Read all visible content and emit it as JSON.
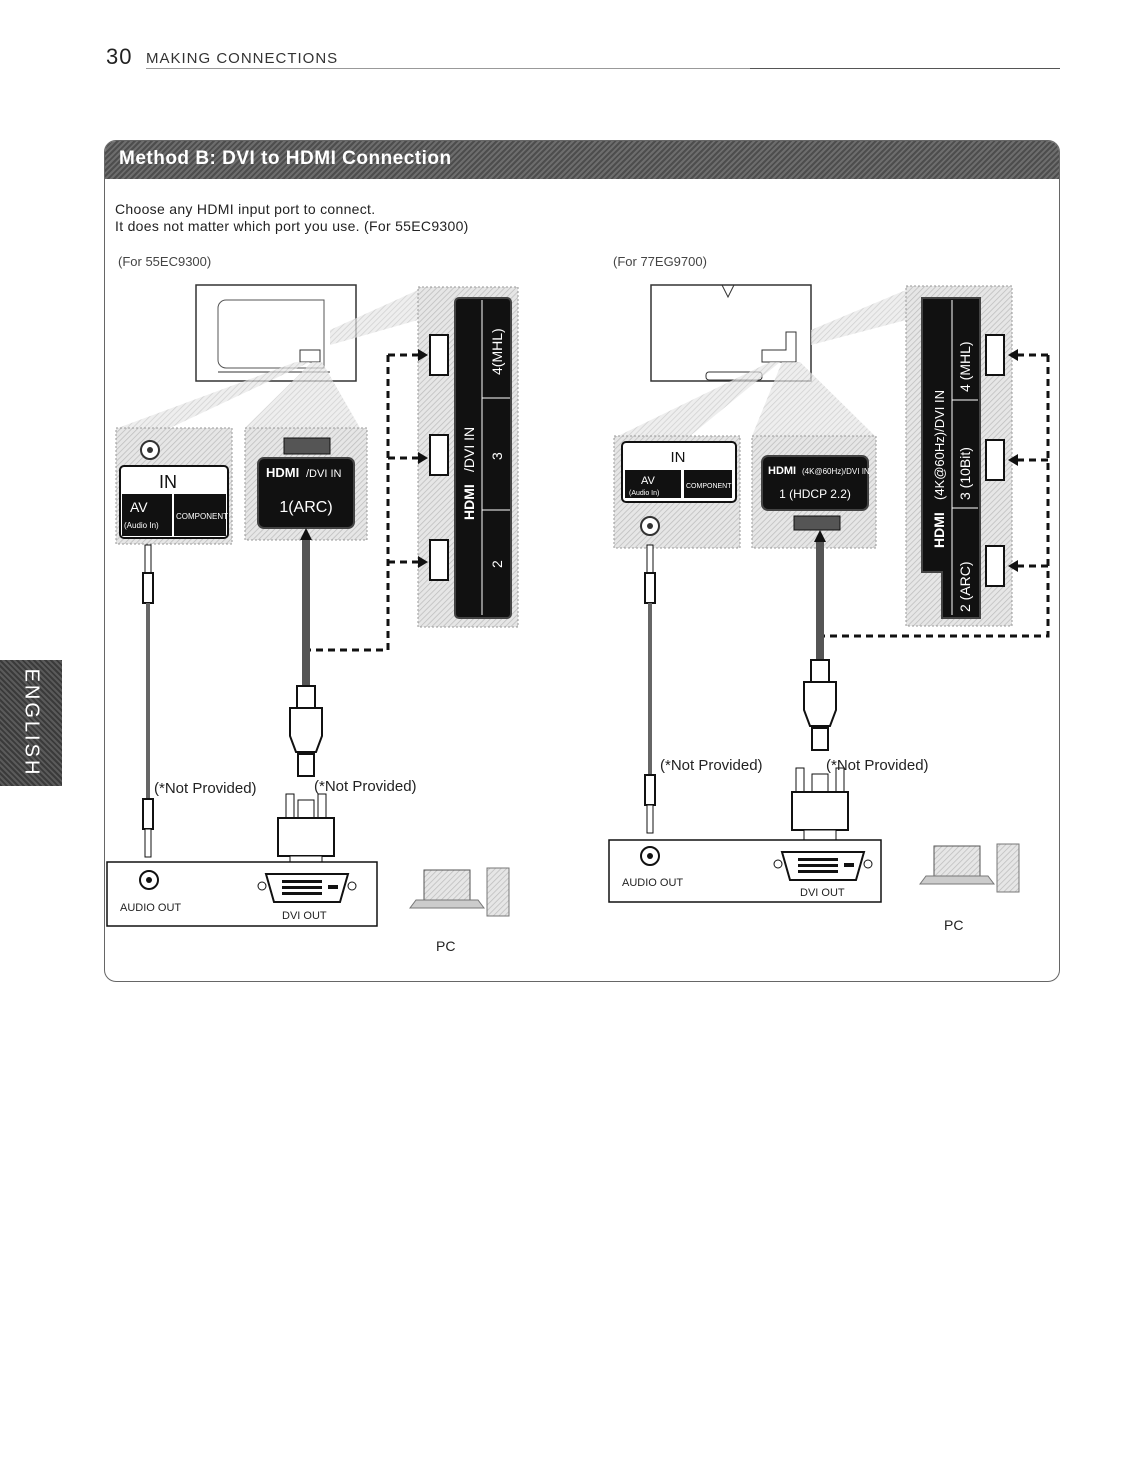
{
  "header": {
    "page_number": "30",
    "section_title": "MAKING CONNECTIONS"
  },
  "side_tab": {
    "label": "ENGLISH"
  },
  "section": {
    "title": "Method B: DVI to HDMI Connection",
    "intro_line1": "Choose any HDMI input port to connect.",
    "intro_line2": "It does not matter which port you use. (For 55EC9300)"
  },
  "left_diagram": {
    "model_label": "(For 55EC9300)",
    "in_label": "IN",
    "av_label": "AV",
    "audio_in_label": "(Audio In)",
    "component_label": "COMPONENT",
    "hdmi_logo": "HDMI",
    "hdmi_dvi_in": "/DVI IN",
    "hdmi_port_1": "1(ARC)",
    "panel_title": "/DVI IN",
    "port_4": "4(MHL)",
    "port_3": "3",
    "port_2": "2",
    "not_provided_1": "(*Not Provided)",
    "not_provided_2": "(*Not Provided)",
    "audio_out": "AUDIO OUT",
    "dvi_out": "DVI OUT",
    "pc_label": "PC"
  },
  "right_diagram": {
    "model_label": "(For 77EG9700)",
    "in_label": "IN",
    "av_label": "AV",
    "audio_in_label": "(Audio In)",
    "component_label": "COMPONENT",
    "hdmi_logo": "HDMI",
    "hdmi_dvi_in": "(4K@60Hz)/DVI IN",
    "hdmi_port_1": "1 (HDCP 2.2)",
    "panel_title": "(4K@60Hz)/DVI IN",
    "port_4": "4 (MHL)",
    "port_3": "3 (10Bit)",
    "port_2": "2 (ARC)",
    "not_provided_1": "(*Not Provided)",
    "not_provided_2": "(*Not Provided)",
    "audio_out": "AUDIO OUT",
    "dvi_out": "DVI OUT",
    "pc_label": "PC"
  },
  "colors": {
    "header_bar": "#5a5a5a",
    "panel_dark": "#111111",
    "hatch": "#cfcfcf"
  }
}
